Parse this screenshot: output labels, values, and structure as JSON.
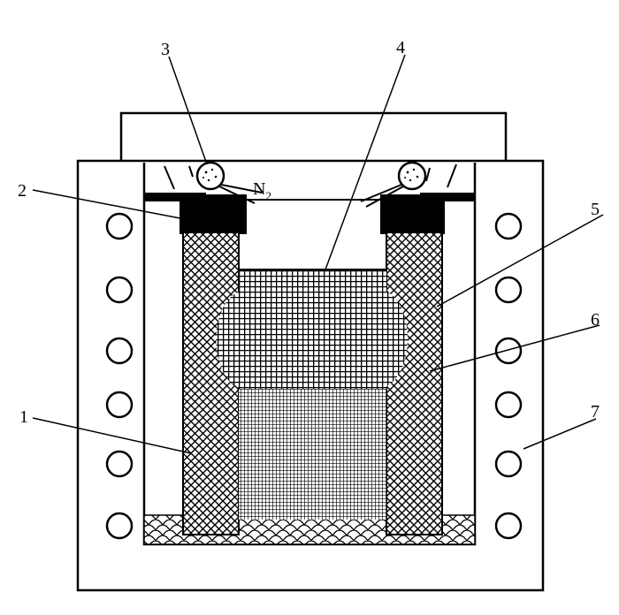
{
  "labels": {
    "l1": "1",
    "l2": "2",
    "l3": "3",
    "l4": "4",
    "l5": "5",
    "l6": "6",
    "l7": "7"
  },
  "gas": {
    "main": "N",
    "subscript": "2"
  },
  "coil_turns_per_side": 6
}
